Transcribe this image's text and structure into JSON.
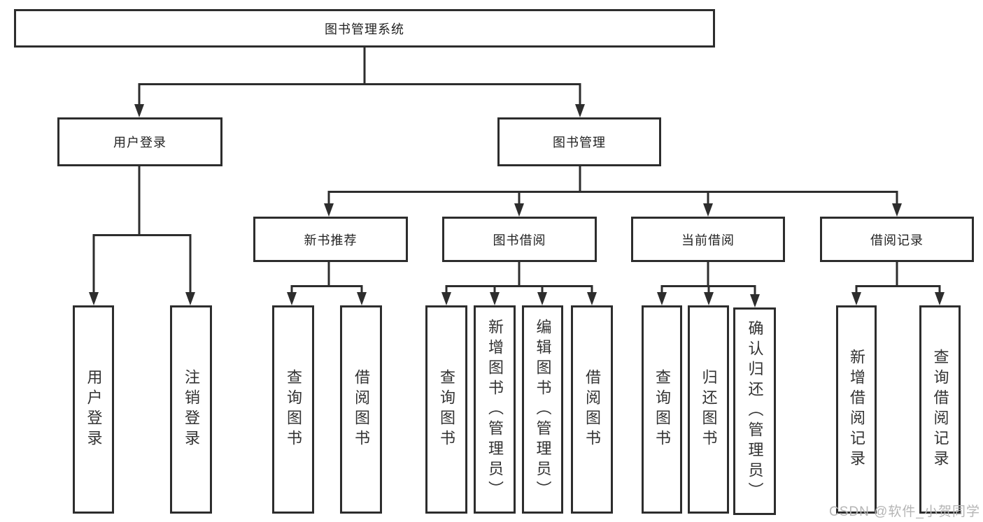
{
  "nodes": {
    "root": "图书管理系统",
    "user_login": "用户登录",
    "book_management": "图书管理",
    "new_book_recommend": "新书推荐",
    "book_borrow": "图书借阅",
    "current_borrow": "当前借阅",
    "borrow_records": "借阅记录",
    "leaves_user": [
      "用户登录",
      "注销登录"
    ],
    "leaves_recommend": [
      "查询图书",
      "借阅图书"
    ],
    "leaves_borrow": [
      "查询图书",
      "新增图书（管理员）",
      "编辑图书（管理员）",
      "借阅图书"
    ],
    "leaves_current": [
      "查询图书",
      "归还图书",
      "确认归还（管理员）"
    ],
    "leaves_records": [
      "新增借阅记录",
      "查询借阅记录"
    ]
  },
  "watermark": "CSDN @软件_小贺同学",
  "colors": {
    "line": "#2d2d2d",
    "text": "#222222",
    "watermark": "#b5b5b5",
    "background": "#ffffff"
  }
}
